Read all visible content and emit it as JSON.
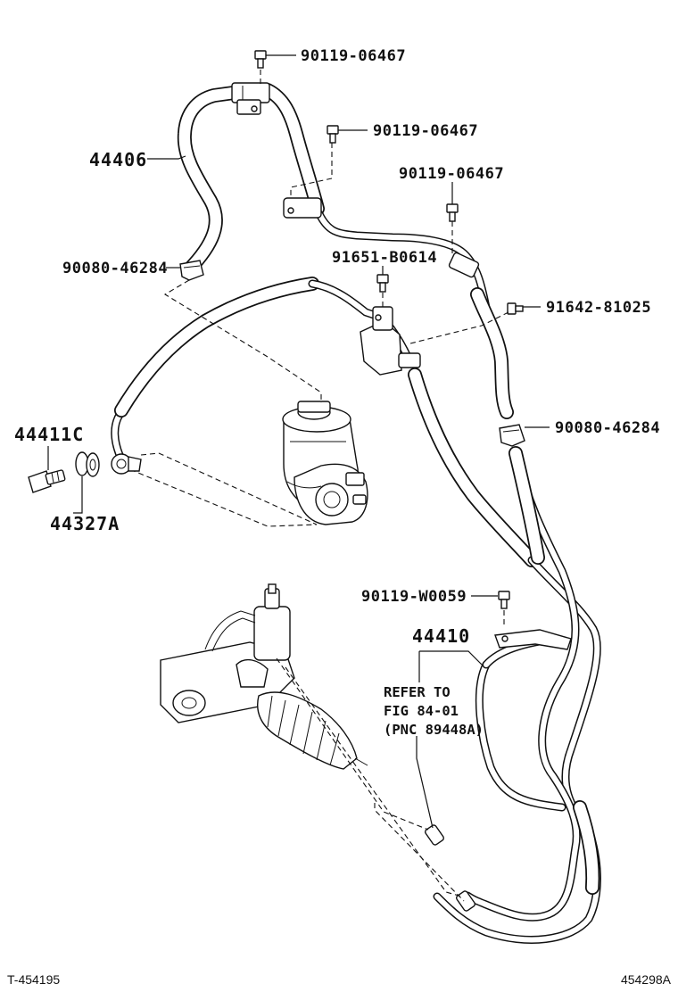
{
  "callouts": {
    "bolt_top": "90119-06467",
    "bolt_mid": "90119-06467",
    "bolt_right": "90119-06467",
    "hose_44406": "44406",
    "clamp_left": "90080-46284",
    "bolt_91651": "91651-B0614",
    "bolt_91642": "91642-81025",
    "clamp_right": "90080-46284",
    "union_bolt": "44411C",
    "gasket": "44327A",
    "bolt_w0059": "90119-W0059",
    "tube_44410": "44410"
  },
  "note": {
    "line1": "REFER TO",
    "line2": "FIG 84-01",
    "line3": "(PNC 89448A)"
  },
  "footer": {
    "left_code": "T-454195",
    "right_code": "454298A"
  },
  "colors": {
    "ink": "#111111",
    "paper": "#ffffff"
  }
}
